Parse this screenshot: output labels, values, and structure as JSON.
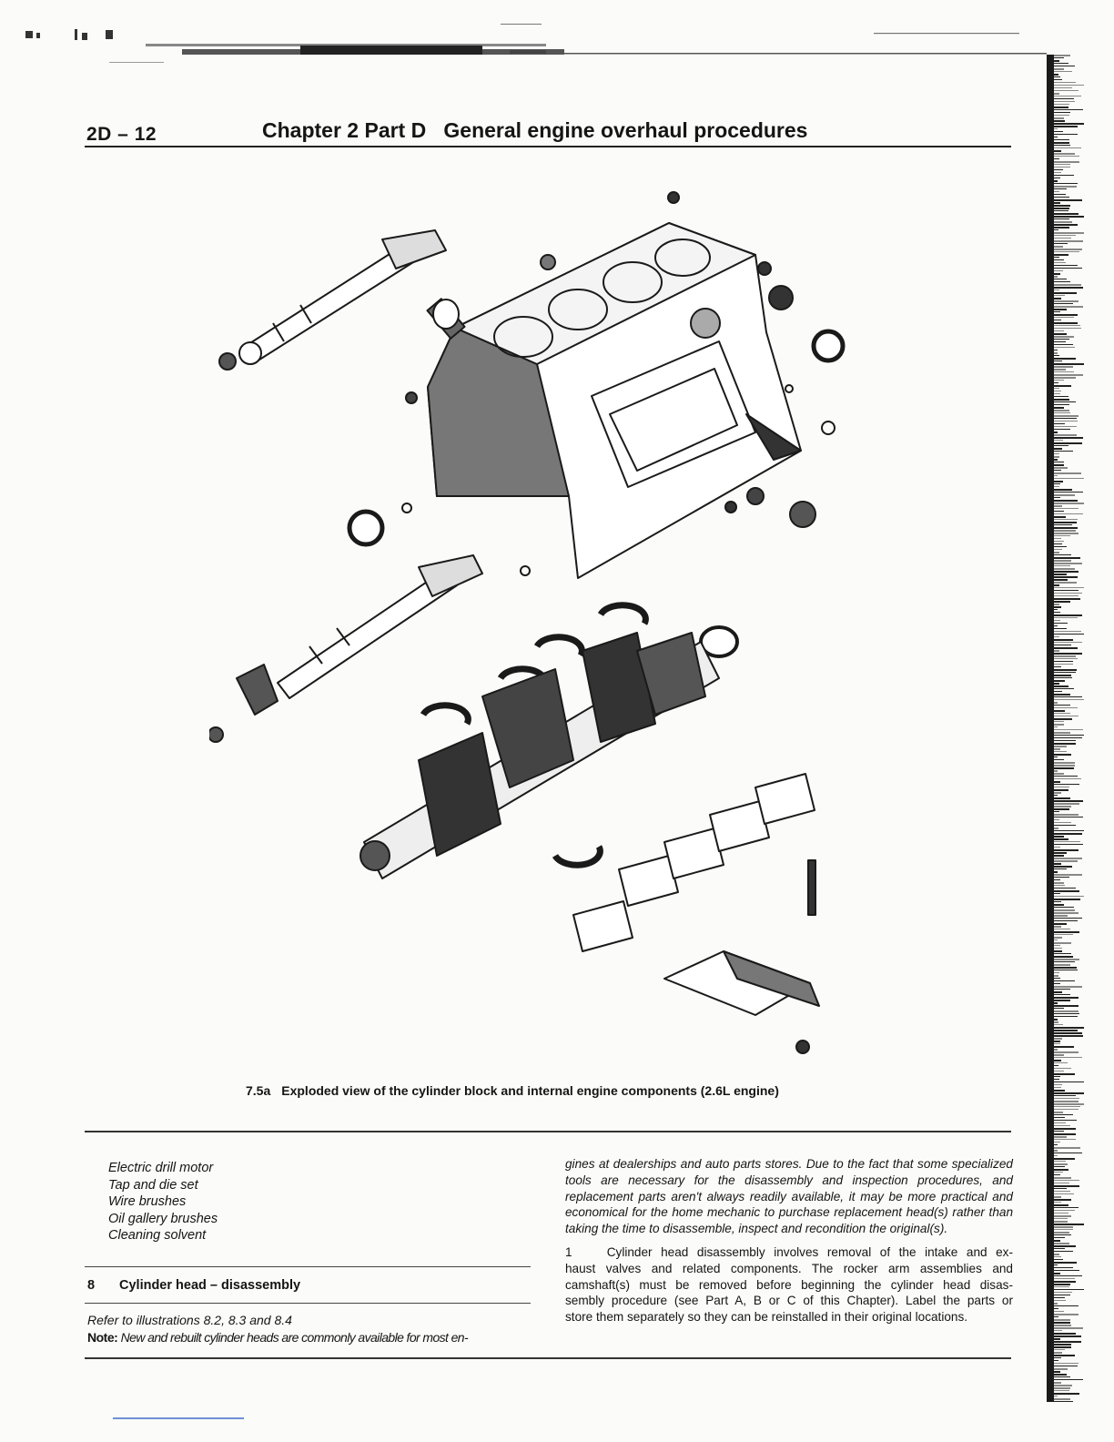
{
  "header": {
    "page_number": "2D – 12",
    "chapter_title": "Chapter 2 Part D   General engine overhaul procedures"
  },
  "figure": {
    "caption_number": "7.5a",
    "caption_text": "Exploded view of the cylinder block and internal engine components (2.6L engine)"
  },
  "tools_list": [
    "Electric drill motor",
    "Tap and die set",
    "Wire brushes",
    "Oil gallery brushes",
    "Cleaning solvent"
  ],
  "section": {
    "number": "8",
    "title": "Cylinder head – disassembly",
    "refer": "Refer to illustrations 8.2, 8.3 and 8.4",
    "note_label": "Note:",
    "note_text": "New and rebuilt cylinder heads are commonly available for most en-"
  },
  "right_column": {
    "note_continued": "gines at dealerships and auto parts stores. Due to the fact that some specialized tools are necessary for the disassembly and inspection procedures, and replacement parts aren't always readily available, it may be more practical and economical for the home mechanic to purchase replacement head(s) rather than taking the time to disassemble, inspect and recondition the original(s).",
    "para_lines": [
      "1    Cylinder head disassembly involves removal of the intake and ex-",
      "haust valves and related components. The rocker arm assemblies and",
      "camshaft(s) must be removed before beginning the cylinder head disas-",
      "sembly procedure (see Part A, B or C of this Chapter). Label the parts or",
      "store them separately so they can be reinstalled in their original locations."
    ]
  }
}
